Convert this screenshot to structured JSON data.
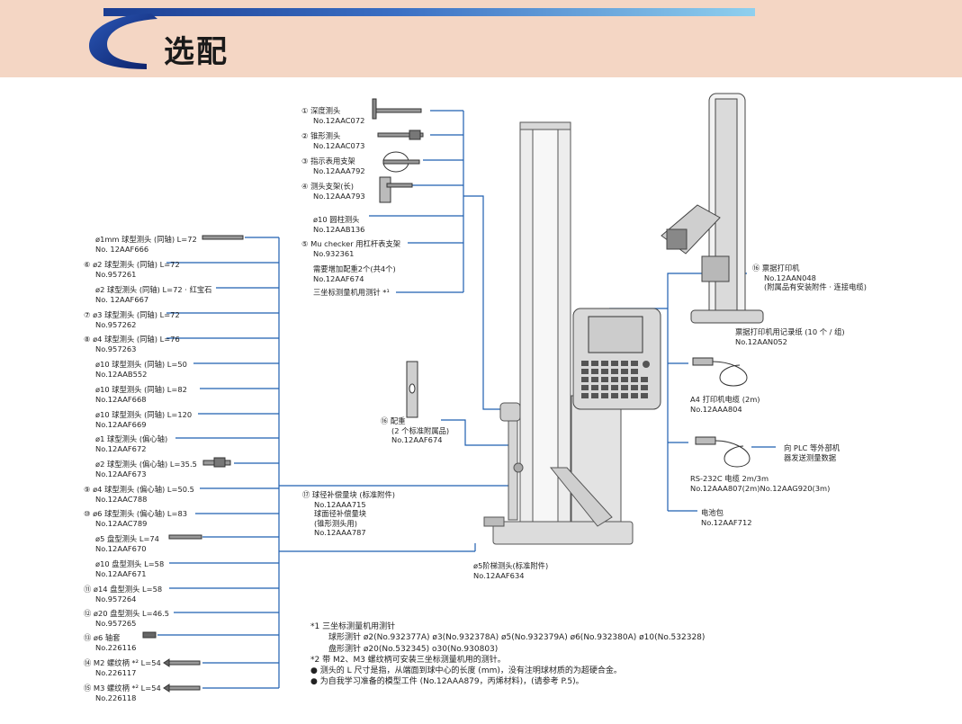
{
  "header": {
    "title": "选配"
  },
  "top_items": [
    {
      "line1": "① 深度测头",
      "line2": "No.12AAC072"
    },
    {
      "line1": "② 锥形测头",
      "line2": "No.12AAC073"
    },
    {
      "line1": "③ 指示表用支架",
      "line2": "No.12AAA792"
    },
    {
      "line1": "④ 测头支架(长)",
      "line2": "No.12AAA793"
    },
    {
      "line1": "ø10 圆柱测头",
      "line2": "No.12AAB136"
    },
    {
      "line1": "⑤ Mu checker 用杠杆表支架",
      "line2": "No.932361"
    },
    {
      "line1": "需要增加配重2个(共4个)",
      "line2": "No.12AAF674"
    },
    {
      "line1": "三坐标测量机用测针 *¹",
      "line2": ""
    }
  ],
  "left_items": [
    {
      "line1": "ø1mm 球型测头 (同轴) L=72",
      "line2": "No. 12AAF666"
    },
    {
      "line1": "⑥ ø2 球型测头 (同轴) L=72",
      "line2": "No.957261"
    },
    {
      "line1": "ø2 球型测头 (同轴) L=72 · 红宝石",
      "line2": "No. 12AAF667"
    },
    {
      "line1": "⑦ ø3 球型测头 (同轴) L=72",
      "line2": "No.957262"
    },
    {
      "line1": "⑧ ø4 球型测头 (同轴) L=76",
      "line2": "No.957263"
    },
    {
      "line1": "ø10 球型测头 (同轴) L=50",
      "line2": "No.12AAB552"
    },
    {
      "line1": "ø10 球型测头 (同轴) L=82",
      "line2": "No.12AAF668"
    },
    {
      "line1": "ø10 球型测头 (同轴) L=120",
      "line2": "No.12AAF669"
    },
    {
      "line1": "ø1 球型测头 (偏心轴)",
      "line2": "No.12AAF672"
    },
    {
      "line1": "ø2 球型测头 (偏心轴) L=35.5",
      "line2": "No.12AAF673"
    },
    {
      "line1": "⑨ ø4 球型测头 (偏心轴) L=50.5",
      "line2": "No.12AAC788"
    },
    {
      "line1": "⑩ ø6 球型测头 (偏心轴) L=83",
      "line2": "No.12AAC789"
    },
    {
      "line1": "ø5 盘型测头 L=74",
      "line2": "No.12AAF670"
    },
    {
      "line1": "ø10 盘型测头 L=58",
      "line2": "No.12AAF671"
    },
    {
      "line1": "⑪ ø14 盘型测头 L=58",
      "line2": "No.957264"
    },
    {
      "line1": "⑫ ø20 盘型测头 L=46.5",
      "line2": "No.957265"
    },
    {
      "line1": "⑬ ø6 轴套",
      "line2": "No.226116"
    },
    {
      "line1": "⑭ M2 螺纹柄 *² L=54",
      "line2": "No.226117"
    },
    {
      "line1": "⑮ M3 螺纹柄 *² L=54",
      "line2": "No.226118"
    }
  ],
  "counterweight": {
    "line1": "⑯ 配重",
    "line2": "(2 个标准附属品)",
    "line3": "No.12AAF674"
  },
  "calib": {
    "line1": "⑰ 球径补偿量块 (标准附件)",
    "line2": "No.12AAA715",
    "line3": "球面径补偿量块",
    "line4": "(锥形测头用)",
    "line5": "No.12AAA787"
  },
  "step_probe": {
    "line1": "ø5阶梯测头(标准附件)",
    "line2": "No.12AAF634"
  },
  "right_items": {
    "printer": {
      "line1": "⑯ 票据打印机",
      "line2": "No.12AAN048",
      "line3": "(附属品有安装附件 · 连接电缆)"
    },
    "paper": {
      "line1": "票据打印机用记录纸 (10 个 / 组)",
      "line2": "No.12AAN052"
    },
    "a4cable": {
      "line1": "A4 打印机电缆 (2m)",
      "line2": "No.12AAA804"
    },
    "plc": {
      "line1": "向 PLC 等外部机",
      "line2": "器发送测量数据"
    },
    "rs232": {
      "line1": "RS-232C 电缆 2m/3m",
      "line2": "No.12AAA807(2m)No.12AAG920(3m)"
    },
    "battery": {
      "line1": "电池包",
      "line2": "No.12AAF712"
    }
  },
  "notes": {
    "n1_title": "*1  三坐标测量机用测针",
    "n1_line1": "球形测针 ø2(No.932377A) ø3(No.932378A) ø5(No.932379A) ø6(No.932380A) ø10(No.532328)",
    "n1_line2": "盘形测针 ø20(No.532345) o30(No.930803)",
    "n2": "*2  带 M2、M3 螺纹柄可安装三坐标测量机用的测针。",
    "n3": "● 测头的 L 尺寸是指，从端面到球中心的长度 (mm)，没有注明球材质的为超硬合金。",
    "n4": "● 为自我学习准备的模型工件 (No.12AAA879，丙烯材料)，(请参考 P.5)。"
  },
  "colors": {
    "accent": "#1b3d92",
    "line": "#1f5fb0",
    "header_bg": "#f4d6c4"
  }
}
